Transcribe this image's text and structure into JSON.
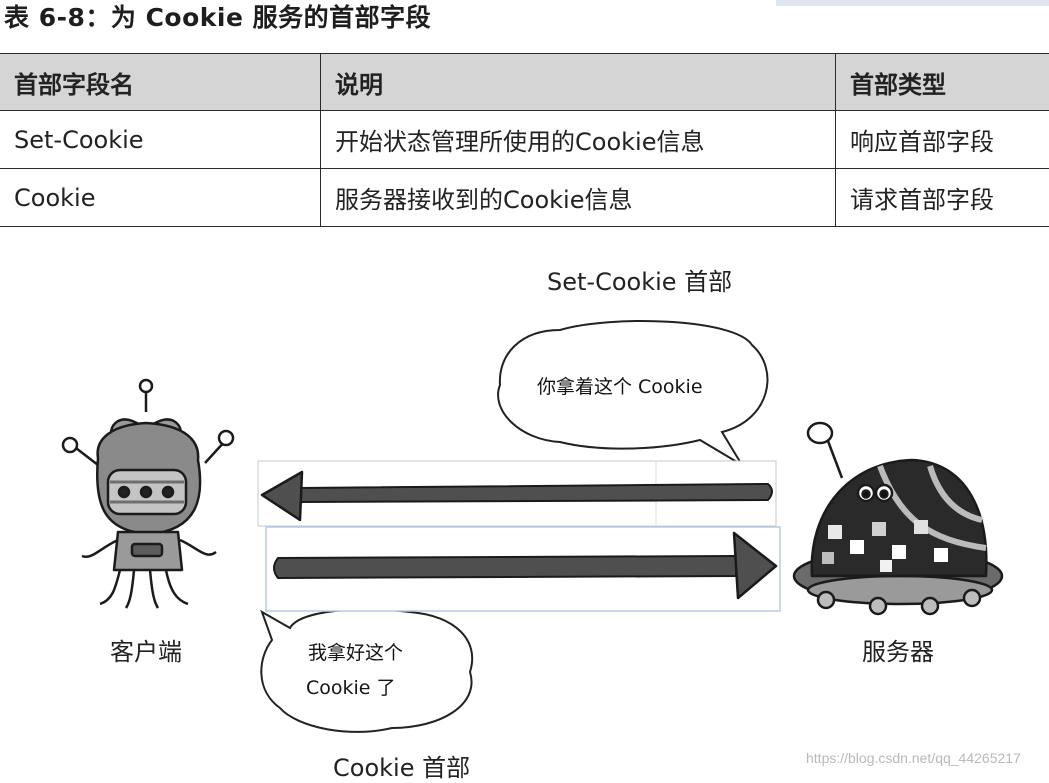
{
  "caption": "表 6-8：为 Cookie 服务的首部字段",
  "table": {
    "headers": [
      "首部字段名",
      "说明",
      "首部类型"
    ],
    "rows": [
      [
        "Set-Cookie",
        "开始状态管理所使用的Cookie信息",
        "响应首部字段"
      ],
      [
        "Cookie",
        "服务器接收到的Cookie信息",
        "请求首部字段"
      ]
    ]
  },
  "diagram": {
    "set_cookie_label": "Set-Cookie 首部",
    "cookie_label": "Cookie 首部",
    "client_label": "客户端",
    "server_label": "服务器",
    "server_bubble": "你拿着这个 Cookie",
    "client_bubble_line1": "我拿好这个",
    "client_bubble_line2": "Cookie 了"
  },
  "watermark": "https://blog.csdn.net/qq_44265217"
}
